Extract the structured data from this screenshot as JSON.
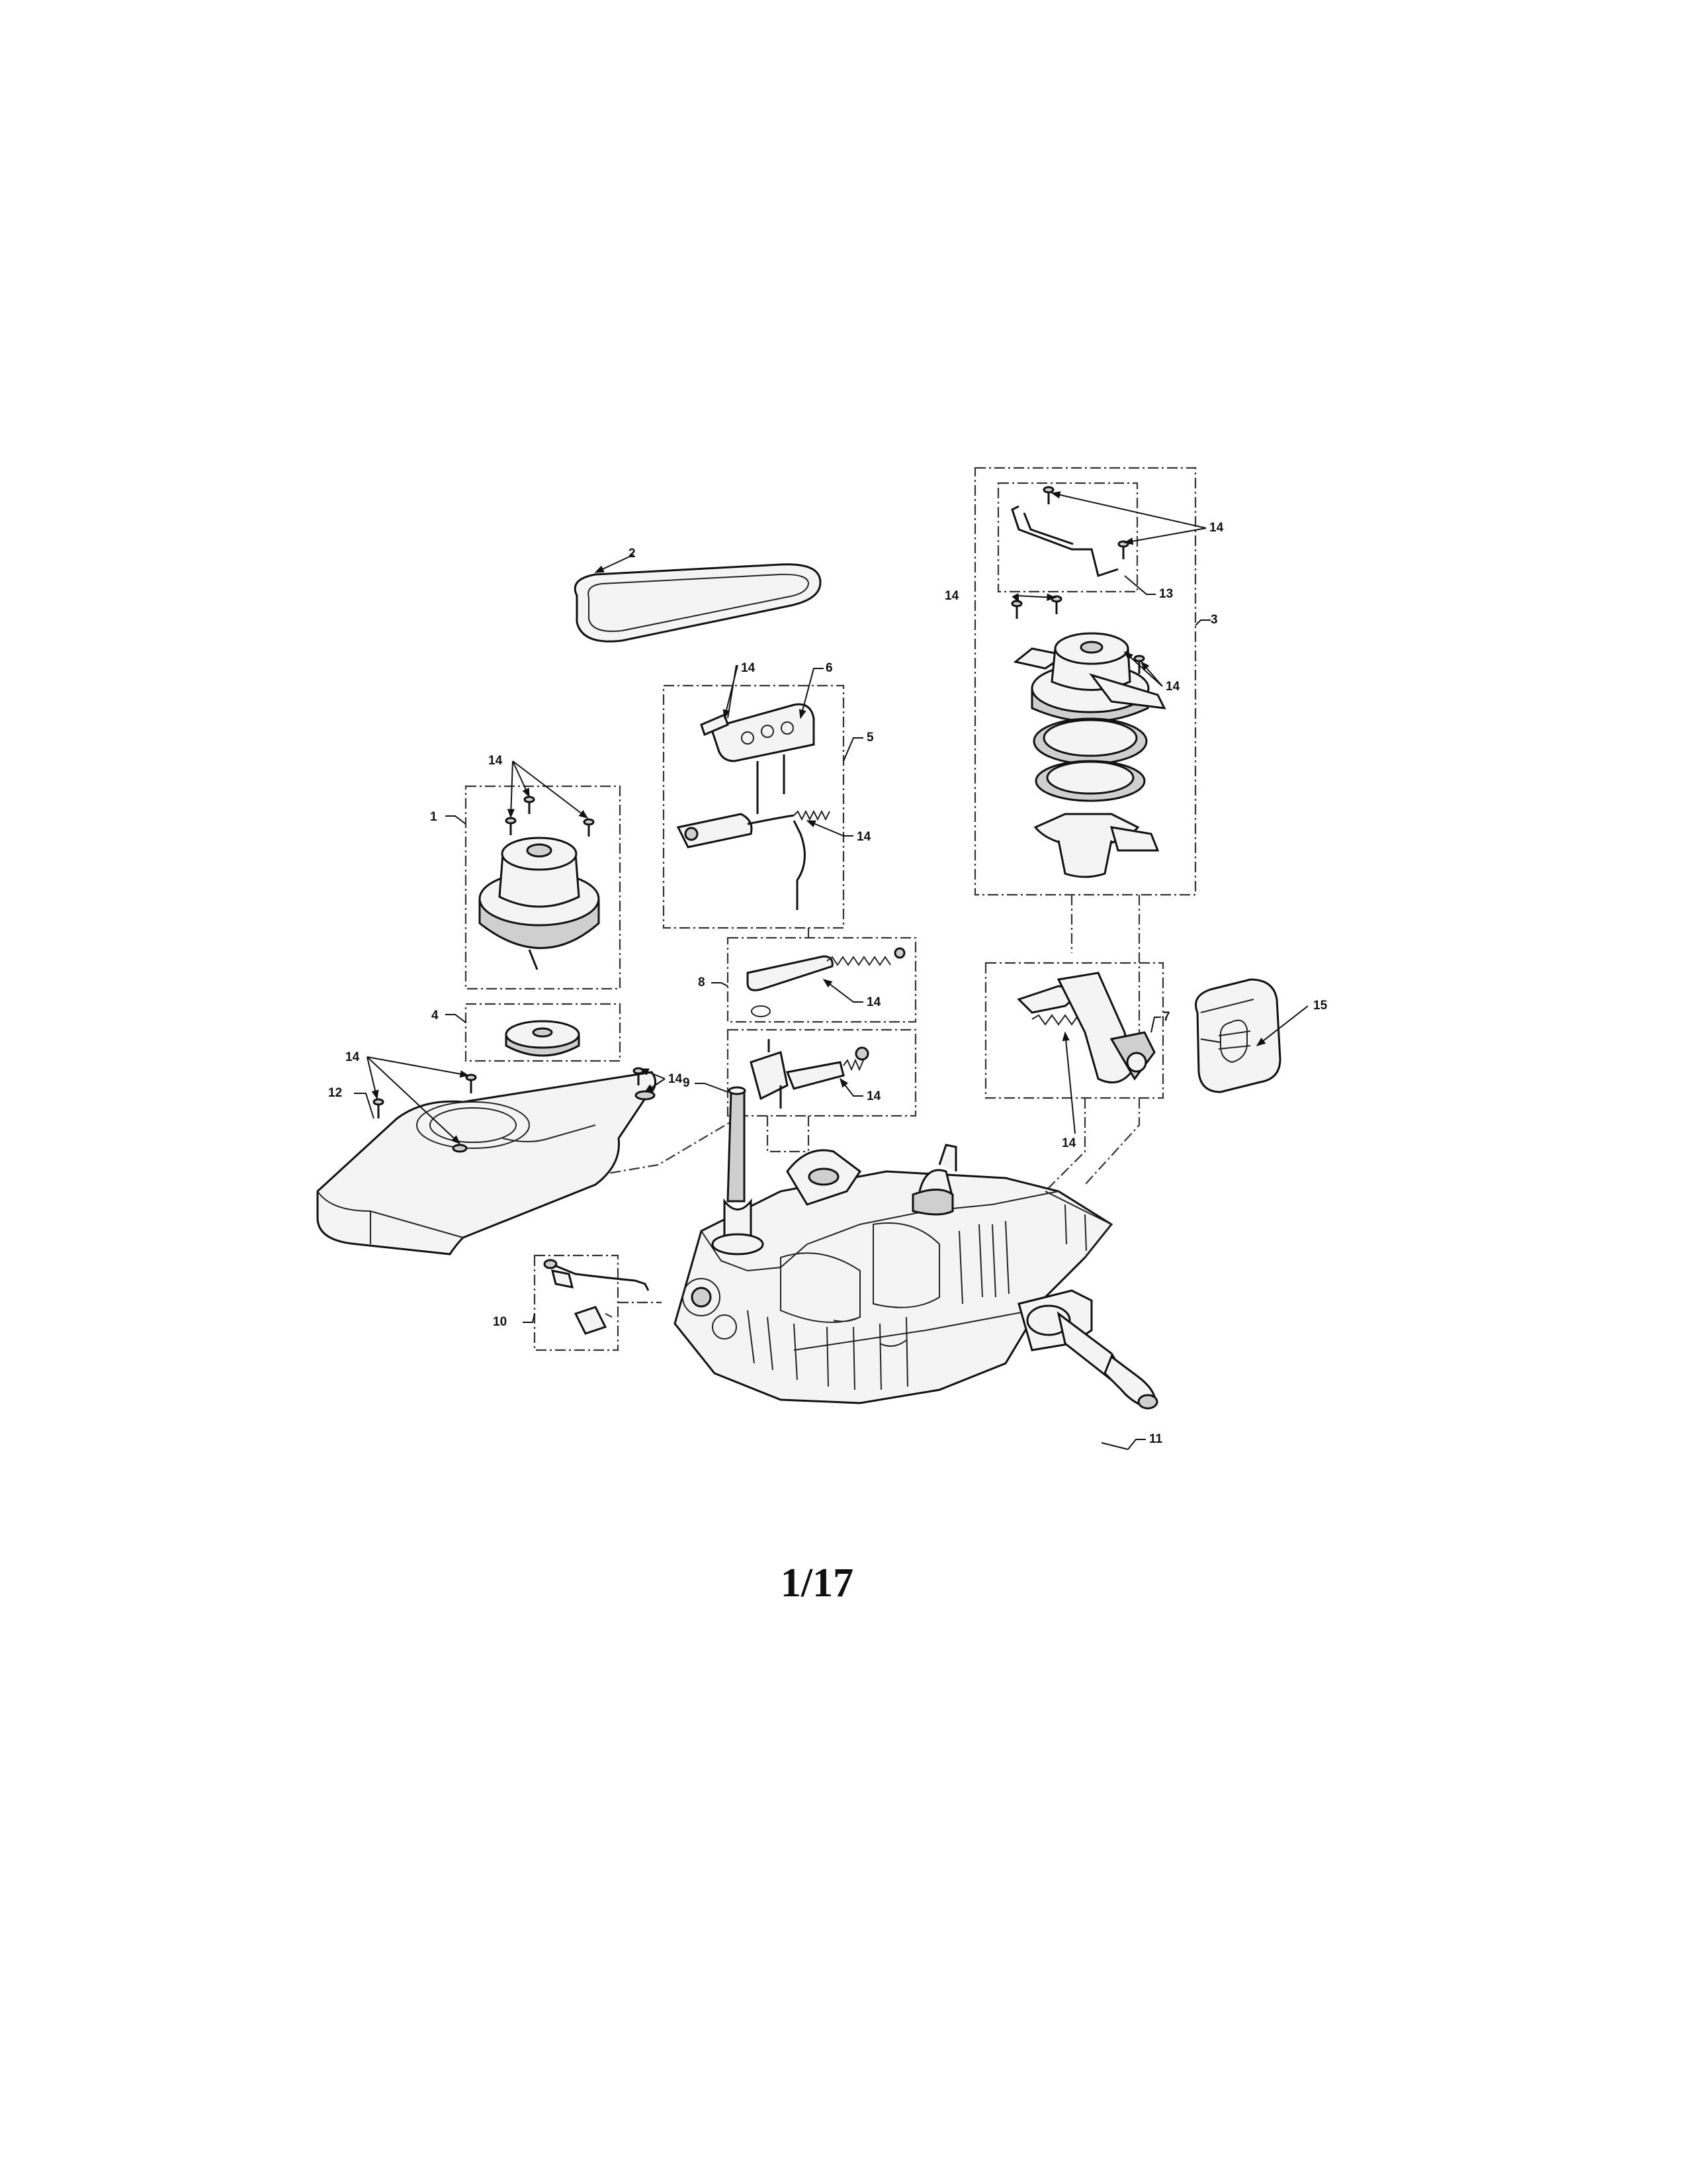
{
  "page_number": "1/17",
  "callouts": {
    "c1": "1",
    "c2": "2",
    "c3": "3",
    "c4": "4",
    "c5": "5",
    "c6": "6",
    "c7": "7",
    "c8": "8",
    "c9": "9",
    "c10": "10",
    "c11": "11",
    "c12": "12",
    "c13": "13",
    "c14": "14",
    "c15": "15"
  }
}
